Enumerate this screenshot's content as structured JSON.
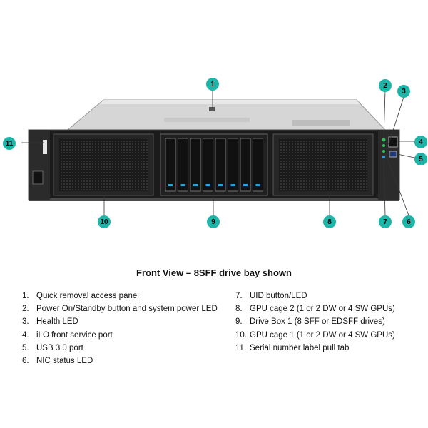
{
  "caption": "Front View – 8SFF drive bay shown",
  "callouts": [
    "1",
    "2",
    "3",
    "4",
    "5",
    "6",
    "7",
    "8",
    "9",
    "10",
    "11"
  ],
  "legend_left": [
    {
      "num": "1.",
      "text": "Quick removal access panel"
    },
    {
      "num": "2.",
      "text": "Power On/Standby button and system power LED"
    },
    {
      "num": "3.",
      "text": "Health LED"
    },
    {
      "num": "4.",
      "text": "iLO front service port"
    },
    {
      "num": "5.",
      "text": "USB 3.0 port"
    },
    {
      "num": "6.",
      "text": "NIC status LED"
    }
  ],
  "legend_right": [
    {
      "num": "7.",
      "text": "UID button/LED"
    },
    {
      "num": "8.",
      "text": "GPU cage 2 (1 or 2 DW or 4 SW GPUs)"
    },
    {
      "num": "9.",
      "text": "Drive Box 1 (8 SFF or EDSFF drives)"
    },
    {
      "num": "10.",
      "text": "GPU cage 1 (1 or 2 DW or 4 SW GPUs)"
    },
    {
      "num": "11.",
      "text": "Serial number label pull tab"
    }
  ],
  "colors": {
    "callout": "#1fb4a8",
    "chassis": "#1c1c1c",
    "lid": "#d9d9d9"
  }
}
